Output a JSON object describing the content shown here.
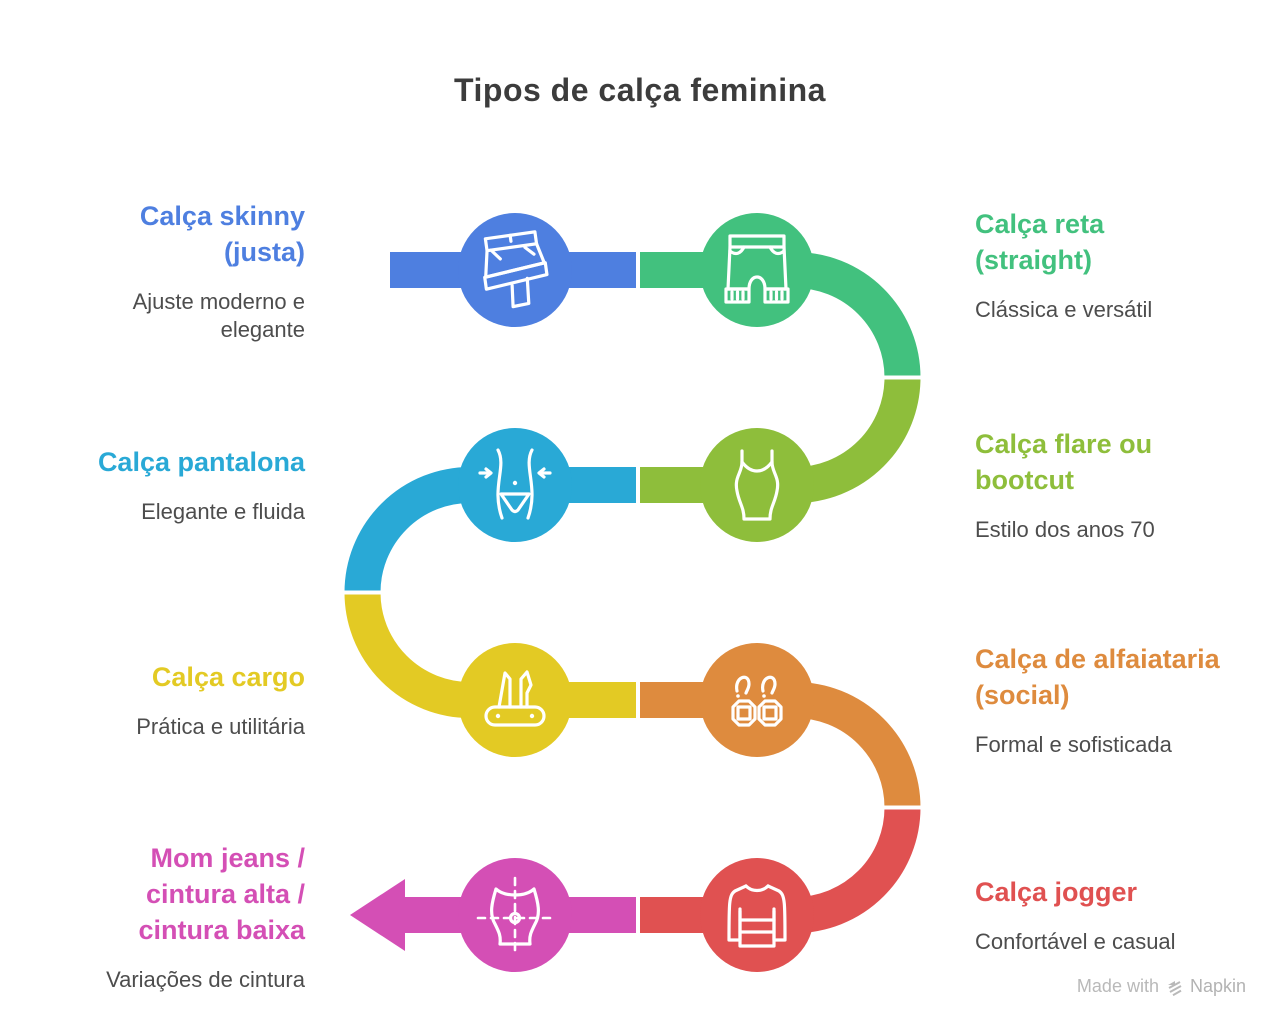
{
  "title": "Tipos de calça feminina",
  "background": "#ffffff",
  "items": [
    {
      "id": "skinny",
      "label": "Calça skinny\n(justa)",
      "sublabel": "Ajuste moderno e\nelegante",
      "color": "#4E7FE0",
      "icon": "folded-jeans-icon",
      "side": "left"
    },
    {
      "id": "reta",
      "label": "Calça reta\n(straight)",
      "sublabel": "Clássica e versátil",
      "color": "#42C17E",
      "icon": "cuffed-pants-icon",
      "side": "right"
    },
    {
      "id": "pantalona",
      "label": "Calça pantalona",
      "sublabel": "Elegante e fluida",
      "color": "#29A9D6",
      "icon": "waist-icon",
      "side": "left"
    },
    {
      "id": "flare",
      "label": "Calça flare ou\nbootcut",
      "sublabel": "Estilo dos anos 70",
      "color": "#8EBE3B",
      "icon": "tank-top-icon",
      "side": "right"
    },
    {
      "id": "cargo",
      "label": "Calça cargo",
      "sublabel": "Prática e utilitária",
      "color": "#E3CA24",
      "icon": "swiss-knife-icon",
      "side": "left"
    },
    {
      "id": "alfaiataria",
      "label": "Calça de alfaiataria\n(social)",
      "sublabel": "Formal e sofisticada",
      "color": "#DE8B3E",
      "icon": "earrings-icon",
      "side": "right"
    },
    {
      "id": "mom",
      "label": "Mom jeans /\ncintura alta /\ncintura baixa",
      "sublabel": "Variações de cintura",
      "color": "#D44FB5",
      "icon": "bodice-icon",
      "side": "left"
    },
    {
      "id": "jogger",
      "label": "Calça jogger",
      "sublabel": "Confortável e casual",
      "color": "#E05151",
      "icon": "sweater-icon",
      "side": "right"
    }
  ],
  "footer": {
    "text": "Made with",
    "brand": "Napkin"
  }
}
